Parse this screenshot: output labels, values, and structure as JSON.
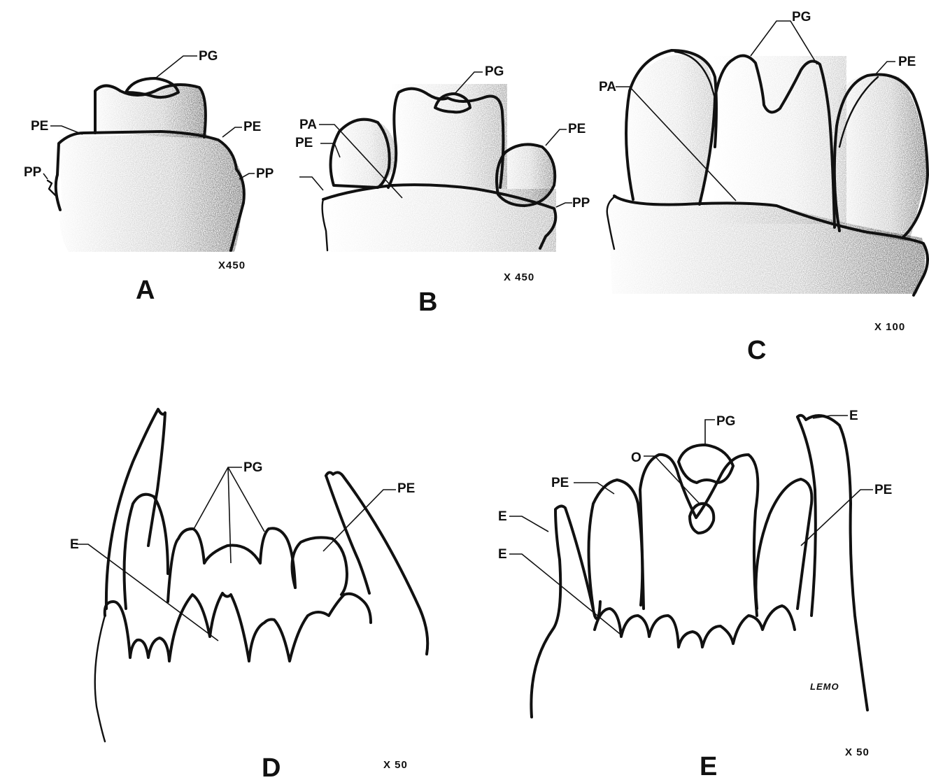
{
  "figures": [
    {
      "id": "A",
      "panel_label": "A",
      "magnification": "X450",
      "labels": [
        "PG",
        "PE",
        "PE",
        "PP",
        "PP"
      ]
    },
    {
      "id": "B",
      "panel_label": "B",
      "magnification": "X 450",
      "labels": [
        "PG",
        "PA",
        "PE",
        "PE",
        "PP"
      ]
    },
    {
      "id": "C",
      "panel_label": "C",
      "magnification": "X 100",
      "labels": [
        "PG",
        "PE",
        "PA"
      ]
    },
    {
      "id": "D",
      "panel_label": "D",
      "magnification": "X 50",
      "labels": [
        "PG",
        "E",
        "PE"
      ]
    },
    {
      "id": "E",
      "panel_label": "E",
      "magnification": "X 50",
      "labels": [
        "PG",
        "O",
        "E",
        "PE",
        "PE",
        "E",
        "E"
      ]
    }
  ],
  "signature": "LEMO",
  "colors": {
    "ink": "#111111",
    "background": "#ffffff"
  }
}
